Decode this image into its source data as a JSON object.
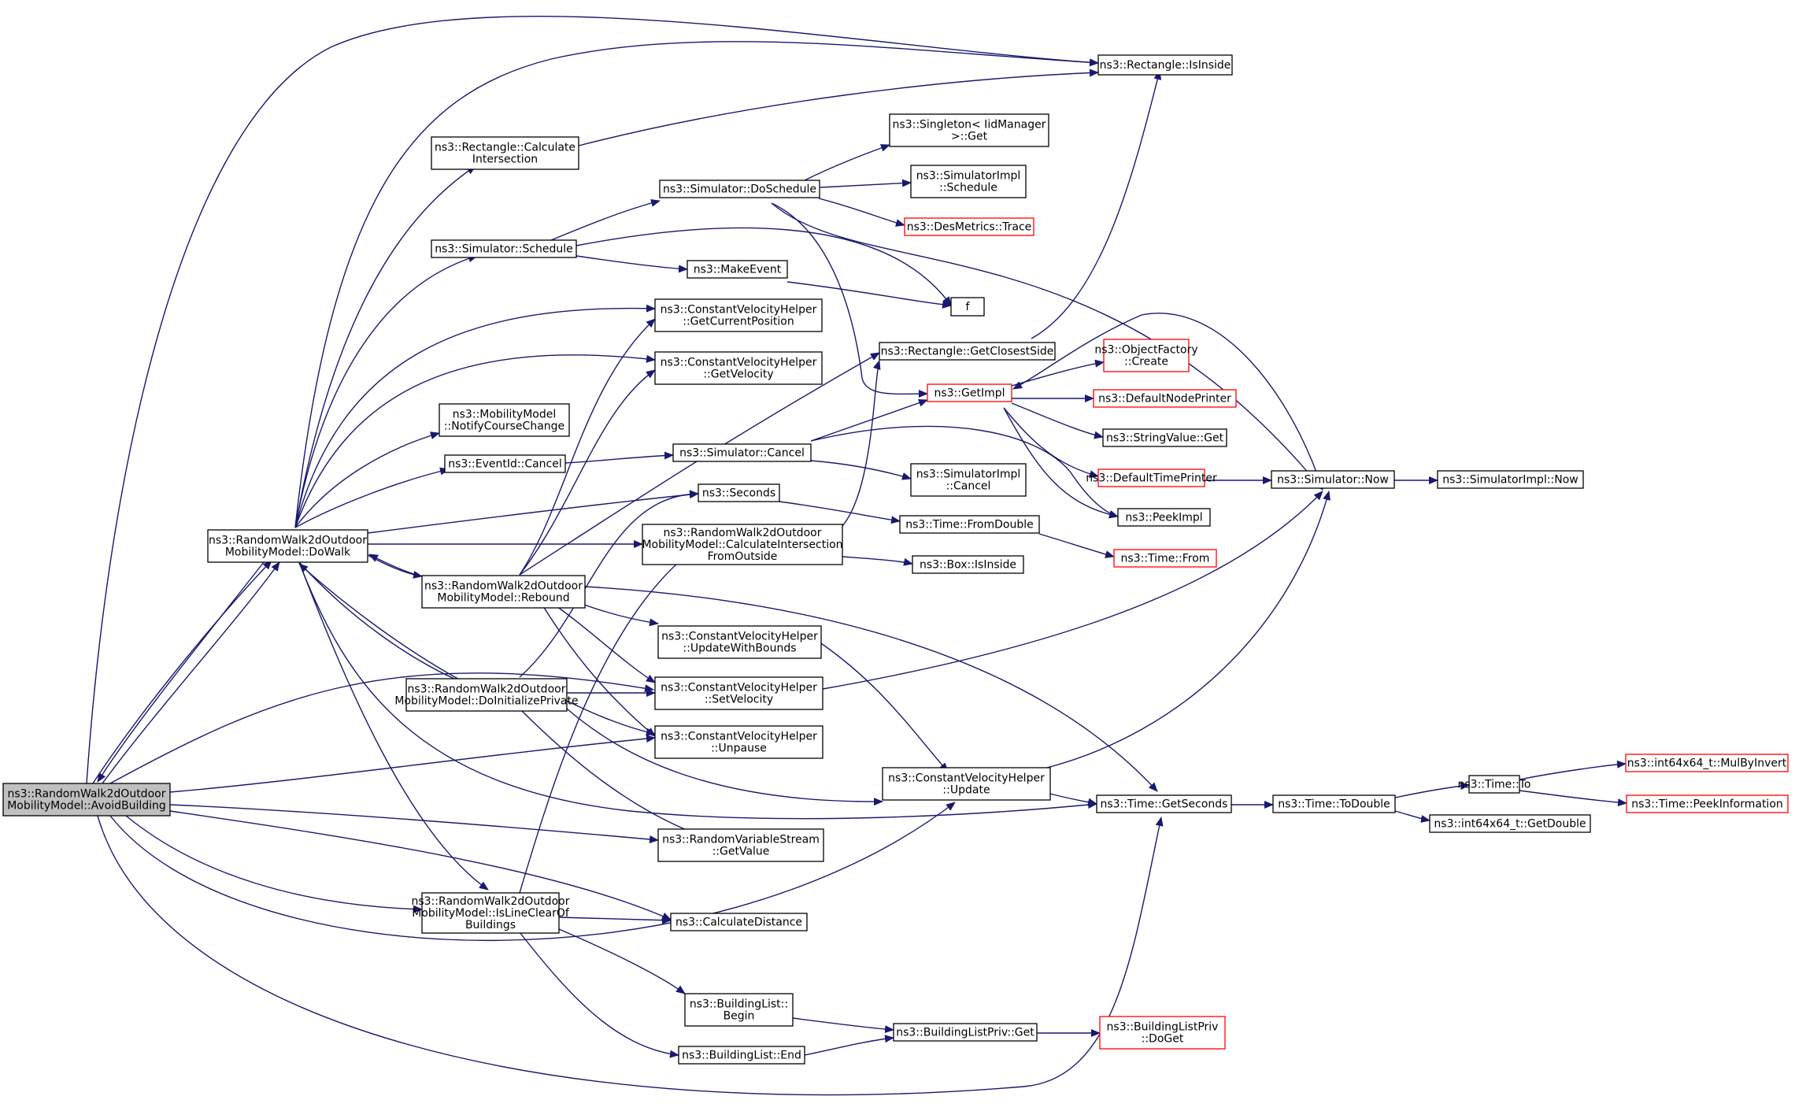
{
  "colors": {
    "edge": "#191970",
    "node_border": "#000000",
    "node_border_truncated": "#ff0000",
    "root_fill": "#bfbfbf",
    "node_fill": "#ffffff"
  },
  "nodes": [
    {
      "id": "avoid",
      "lines": [
        "ns3::RandomWalk2dOutdoor",
        "MobilityModel::AvoidBuilding"
      ],
      "root": true
    },
    {
      "id": "dowalk",
      "lines": [
        "ns3::RandomWalk2dOutdoor",
        "MobilityModel::DoWalk"
      ]
    },
    {
      "id": "rebound",
      "lines": [
        "ns3::RandomWalk2dOutdoor",
        "MobilityModel::Rebound"
      ]
    },
    {
      "id": "doinit",
      "lines": [
        "ns3::RandomWalk2dOutdoor",
        "MobilityModel::DoInitializePrivate"
      ]
    },
    {
      "id": "islineclear",
      "lines": [
        "ns3::RandomWalk2dOutdoor",
        "MobilityModel::IsLineClearOf",
        "Buildings"
      ]
    },
    {
      "id": "rectinside",
      "lines": [
        "ns3::Rectangle::IsInside"
      ]
    },
    {
      "id": "rectcalc",
      "lines": [
        "ns3::Rectangle::Calculate",
        "Intersection"
      ]
    },
    {
      "id": "simschedule",
      "lines": [
        "ns3::Simulator::Schedule"
      ]
    },
    {
      "id": "doschedule",
      "lines": [
        "ns3::Simulator::DoSchedule"
      ]
    },
    {
      "id": "singleton",
      "lines": [
        "ns3::Singleton< IidManager",
        " >::Get"
      ]
    },
    {
      "id": "simimplsched",
      "lines": [
        "ns3::SimulatorImpl",
        "::Schedule"
      ]
    },
    {
      "id": "desmetrics",
      "lines": [
        "ns3::DesMetrics::Trace"
      ],
      "truncated": true
    },
    {
      "id": "makeevent",
      "lines": [
        "ns3::MakeEvent"
      ]
    },
    {
      "id": "f",
      "lines": [
        "f"
      ]
    },
    {
      "id": "getcurpos",
      "lines": [
        "ns3::ConstantVelocityHelper",
        "::GetCurrentPosition"
      ]
    },
    {
      "id": "getvel",
      "lines": [
        "ns3::ConstantVelocityHelper",
        "::GetVelocity"
      ]
    },
    {
      "id": "notify",
      "lines": [
        "ns3::MobilityModel",
        "::NotifyCourseChange"
      ]
    },
    {
      "id": "eventcancel",
      "lines": [
        "ns3::EventId::Cancel"
      ]
    },
    {
      "id": "simcancel",
      "lines": [
        "ns3::Simulator::Cancel"
      ]
    },
    {
      "id": "simimplcancel",
      "lines": [
        "ns3::SimulatorImpl",
        "::Cancel"
      ]
    },
    {
      "id": "seconds",
      "lines": [
        "ns3::Seconds"
      ]
    },
    {
      "id": "calcintersect",
      "lines": [
        "ns3::RandomWalk2dOutdoor",
        "MobilityModel::CalculateIntersection",
        "FromOutside"
      ]
    },
    {
      "id": "closest",
      "lines": [
        "ns3::Rectangle::GetClosestSide"
      ]
    },
    {
      "id": "getimpl",
      "lines": [
        "ns3::GetImpl"
      ],
      "truncated": true
    },
    {
      "id": "objfactory",
      "lines": [
        "ns3::ObjectFactory",
        "::Create"
      ],
      "truncated": true
    },
    {
      "id": "defnodeprinter",
      "lines": [
        "ns3::DefaultNodePrinter"
      ],
      "truncated": true
    },
    {
      "id": "strvalget",
      "lines": [
        "ns3::StringValue::Get"
      ]
    },
    {
      "id": "deftimeprinter",
      "lines": [
        "ns3::DefaultTimePrinter"
      ],
      "truncated": true
    },
    {
      "id": "simnow",
      "lines": [
        "ns3::Simulator::Now"
      ]
    },
    {
      "id": "simimplnow",
      "lines": [
        "ns3::SimulatorImpl::Now"
      ]
    },
    {
      "id": "peekimpl",
      "lines": [
        "ns3::PeekImpl"
      ]
    },
    {
      "id": "timefromdouble",
      "lines": [
        "ns3::Time::FromDouble"
      ]
    },
    {
      "id": "timefrom",
      "lines": [
        "ns3::Time::From"
      ],
      "truncated": true
    },
    {
      "id": "boxinside",
      "lines": [
        "ns3::Box::IsInside"
      ]
    },
    {
      "id": "updatebounds",
      "lines": [
        "ns3::ConstantVelocityHelper",
        "::UpdateWithBounds"
      ]
    },
    {
      "id": "setvel",
      "lines": [
        "ns3::ConstantVelocityHelper",
        "::SetVelocity"
      ]
    },
    {
      "id": "unpause",
      "lines": [
        "ns3::ConstantVelocityHelper",
        "::Unpause"
      ]
    },
    {
      "id": "update",
      "lines": [
        "ns3::ConstantVelocityHelper",
        "::Update"
      ]
    },
    {
      "id": "getseconds",
      "lines": [
        "ns3::Time::GetSeconds"
      ]
    },
    {
      "id": "todouble",
      "lines": [
        "ns3::Time::ToDouble"
      ]
    },
    {
      "id": "timeto",
      "lines": [
        "ns3::Time::To"
      ]
    },
    {
      "id": "mulbyinvert",
      "lines": [
        "ns3::int64x64_t::MulByInvert"
      ],
      "truncated": true
    },
    {
      "id": "peekinfo",
      "lines": [
        "ns3::Time::PeekInformation"
      ],
      "truncated": true
    },
    {
      "id": "getdouble",
      "lines": [
        "ns3::int64x64_t::GetDouble"
      ]
    },
    {
      "id": "rvsgetvalue",
      "lines": [
        "ns3::RandomVariableStream",
        "::GetValue"
      ]
    },
    {
      "id": "calcdist",
      "lines": [
        "ns3::CalculateDistance"
      ]
    },
    {
      "id": "blbegin",
      "lines": [
        "ns3::BuildingList::",
        "Begin"
      ]
    },
    {
      "id": "blend",
      "lines": [
        "ns3::BuildingList::End"
      ]
    },
    {
      "id": "blprivget",
      "lines": [
        "ns3::BuildingListPriv::Get"
      ]
    },
    {
      "id": "blprivdoget",
      "lines": [
        "ns3::BuildingListPriv",
        "::DoGet"
      ],
      "truncated": true
    }
  ]
}
